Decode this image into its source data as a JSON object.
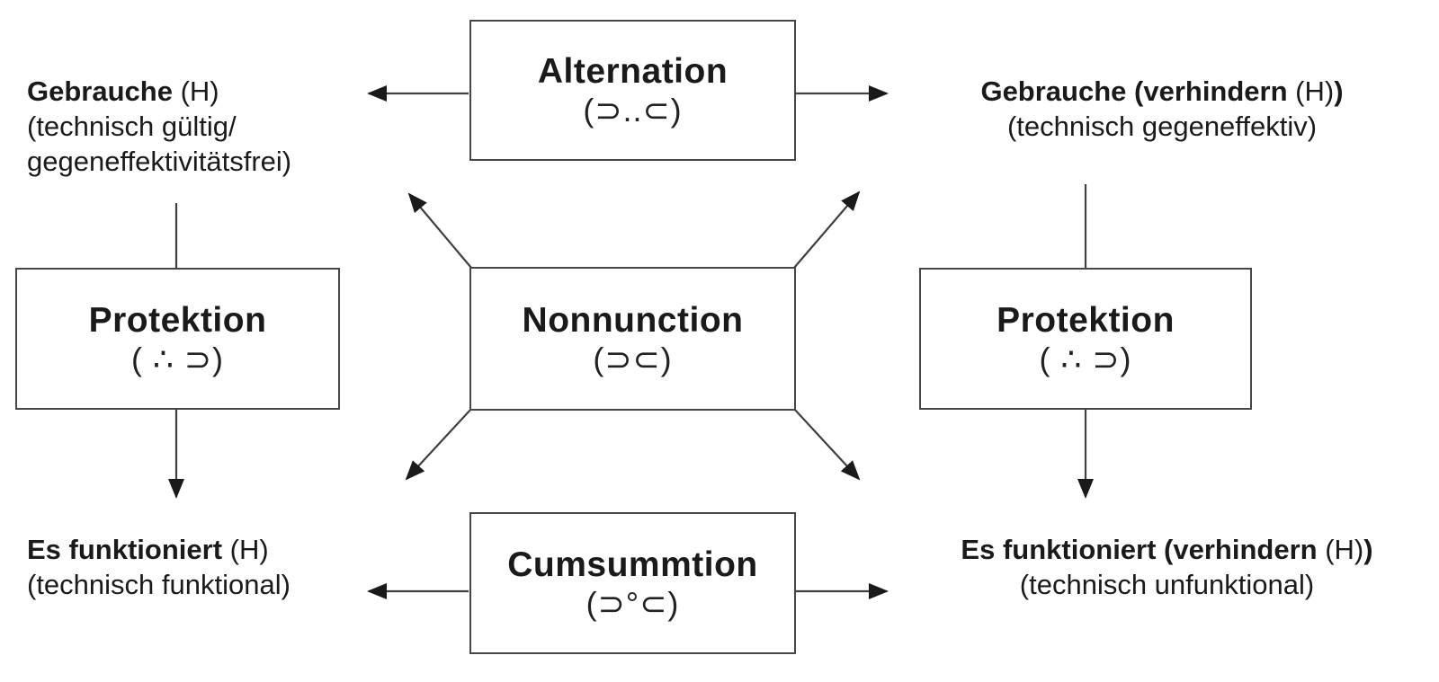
{
  "diagram": {
    "boxes": {
      "alternation": {
        "title": "Alternation",
        "symbol": "(⊃..⊂)"
      },
      "nonnunction": {
        "title": "Nonnunction",
        "symbol": "(⊃⊂)"
      },
      "cumsummtion": {
        "title": "Cumsummtion",
        "symbol": "(⊃°⊂)"
      },
      "protektion_left": {
        "title": "Protektion",
        "symbol": "( ∴ ⊃)"
      },
      "protektion_right": {
        "title": "Protektion",
        "symbol": "( ∴ ⊃)"
      }
    },
    "labels": {
      "top_left": {
        "line1_bold": "Gebrauche",
        "line1_normal": " (H)",
        "line2": "(technisch gültig/",
        "line3": "gegeneffektivitätsfrei)"
      },
      "top_right": {
        "line1_bold": "Gebrauche (verhindern ",
        "line1_normal": "(H)",
        "line1_bold2": ")",
        "line2": "(technisch gegeneffektiv)"
      },
      "bottom_left": {
        "line1_bold": "Es funktioniert",
        "line1_normal": " (H)",
        "line2": "(technisch funktional)"
      },
      "bottom_right": {
        "line1_bold": "Es funktioniert (verhindern ",
        "line1_normal": "(H)",
        "line1_bold2": ")",
        "line2": "(technisch unfunktional)"
      }
    },
    "colors": {
      "line": "#3f3f3f",
      "arrowhead": "#1a1a1a",
      "box_border": "#474747",
      "background": "#ffffff",
      "text": "#1a1a1a"
    }
  }
}
